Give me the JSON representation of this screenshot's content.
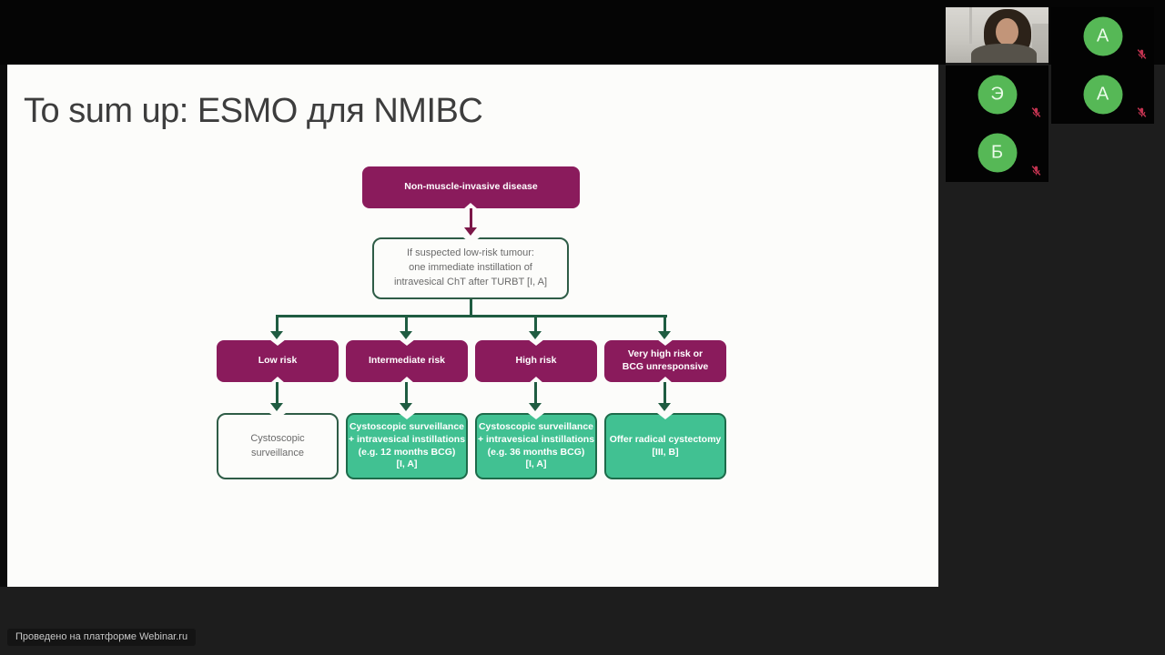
{
  "slide": {
    "title": "To sum up: ESMO для NMIBC",
    "flowchart": {
      "root_label": "Non-muscle-invasive disease",
      "instillation_label": "If suspected low-risk tumour:\none immediate instillation of\nintravesical ChT after TURBT [I, A]",
      "risk_boxes": [
        {
          "label": "Low risk"
        },
        {
          "label": "Intermediate risk"
        },
        {
          "label": "High risk"
        },
        {
          "label": "Very high risk or\nBCG unresponsive"
        }
      ],
      "outcome_boxes": [
        {
          "label": "Cystoscopic\nsurveillance"
        },
        {
          "label": "Cystoscopic surveillance\n+ intravesical instillations\n(e.g. 12 months BCG)\n[I, A]"
        },
        {
          "label": "Cystoscopic surveillance\n+ intravesical instillations\n(e.g. 36 months BCG)\n[I, A]"
        },
        {
          "label": "Offer radical cystectomy\n[III, B]"
        }
      ],
      "colors": {
        "magenta": "#8a1b5c",
        "line_green": "#1f5c41",
        "fill_green": "#41c192"
      }
    }
  },
  "conference": {
    "participants": [
      {
        "kind": "video"
      },
      {
        "kind": "avatar",
        "initial": "А"
      },
      {
        "kind": "avatar",
        "initial": "Э"
      },
      {
        "kind": "avatar",
        "initial": "А"
      },
      {
        "kind": "avatar",
        "initial": "Б"
      }
    ],
    "avatar_color": "#56b856",
    "muted_color": "#c23350"
  },
  "footer": {
    "platform_badge": "Проведено на платформе Webinar.ru"
  }
}
